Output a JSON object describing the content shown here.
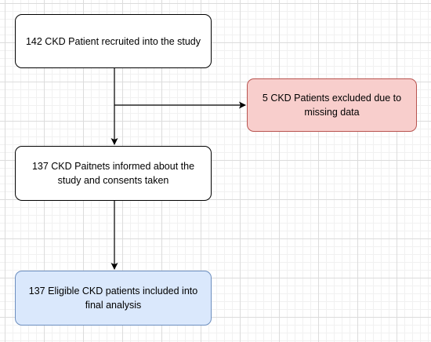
{
  "flowchart": {
    "nodes": [
      {
        "id": "recruited",
        "text": "142 CKD Patient recruited into the study",
        "fill": "#ffffff"
      },
      {
        "id": "excluded",
        "text": "5 CKD Patients excluded due to missing data",
        "fill": "#f8cecc"
      },
      {
        "id": "consent",
        "text": "137 CKD Paitnets informed about the study and consents taken",
        "fill": "#ffffff"
      },
      {
        "id": "eligible",
        "text": "137 Eligible CKD patients included into final analysis",
        "fill": "#dae8fc"
      }
    ],
    "edges": [
      {
        "from": "recruited",
        "to": "consent"
      },
      {
        "from": "recruited",
        "to": "excluded"
      },
      {
        "from": "consent",
        "to": "eligible"
      }
    ],
    "colors": {
      "excluded_border": "#b85450",
      "eligible_border": "#6c8ebf",
      "default_border": "#000000",
      "connector": "#000000",
      "grid": "#dcdcdc"
    }
  }
}
